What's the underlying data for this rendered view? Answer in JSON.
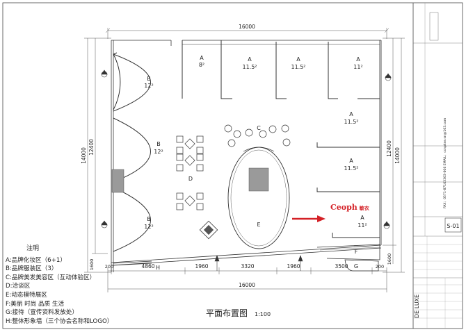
{
  "plan": {
    "rooms": [
      {
        "letter": "A",
        "area": "8²"
      },
      {
        "letter": "A",
        "area": "11.5²"
      },
      {
        "letter": "A",
        "area": "11.5²"
      },
      {
        "letter": "A",
        "area": "11²"
      },
      {
        "letter": "A",
        "area": "11.5²"
      },
      {
        "letter": "A",
        "area": "11.5²"
      },
      {
        "letter": "A",
        "area": "11²"
      },
      {
        "letter": "B",
        "area": "12²"
      },
      {
        "letter": "B",
        "area": "12²"
      },
      {
        "letter": "B",
        "area": "12²"
      }
    ],
    "zones": [
      "C",
      "D",
      "E",
      "F",
      "G",
      "H"
    ],
    "brand_logo": {
      "latin": "Ceoph",
      "cjk": "敏衣",
      "color": "#d42026"
    }
  },
  "dimensions": {
    "top": "16000",
    "bottom_total": "16000",
    "bottom_segments": [
      "200",
      "4860",
      "1960",
      "3320",
      "1960",
      "3500",
      "200"
    ],
    "left_outer": "14000",
    "left_inner": "12400",
    "left_bottom": "1600",
    "right_outer": "14000",
    "right_inner": "12400",
    "right_bottom": "1600"
  },
  "legend": {
    "title": "注明",
    "items": [
      "A:品牌化妆区（6+1）",
      "B:品牌服装区（3）",
      "C:品牌美发美容区（互动体验区）",
      "D:洽谈区",
      "E:动态模特展区",
      "F:美丽 时尚 品质 生活",
      "G:接待（宣传资料发放处）",
      "H:整体形象墙（三个协会名称和LOGO）"
    ]
  },
  "drawing_title": {
    "title": "平面布置图",
    "scale": "1:100"
  },
  "title_block": {
    "sheet_no": "S-01",
    "contact_line": "FAX：0571-87163303-606     EMAIL：ccnpkse.sn@163.com",
    "brand": "DE LUXE"
  },
  "colors": {
    "accent_arrow": "#d42026",
    "line": "#333333",
    "pillar": "#9a9a9a"
  }
}
